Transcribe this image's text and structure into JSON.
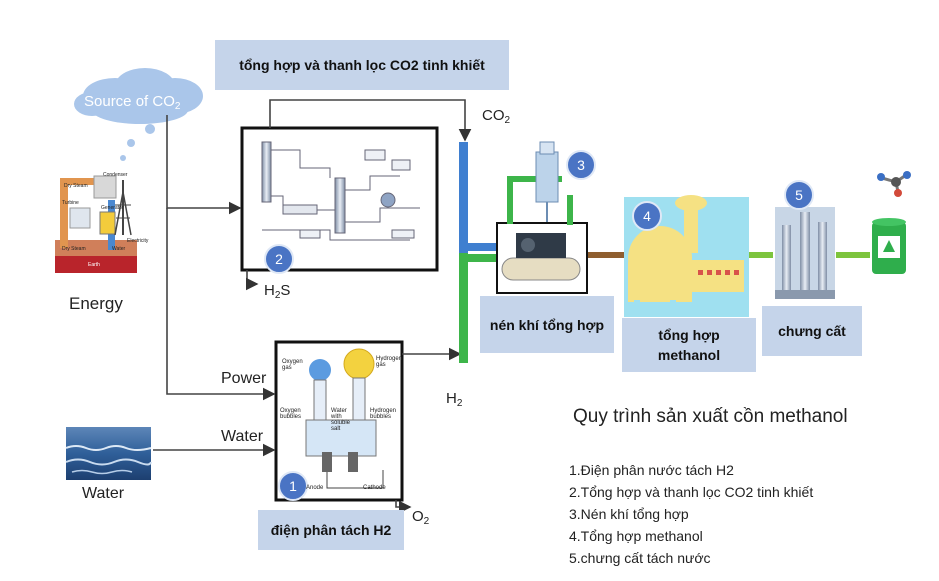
{
  "top_box": "tổng hợp và thanh lọc CO2 tinh khiết",
  "cloud": {
    "text": "Source of CO",
    "sub": "2"
  },
  "co2_label": {
    "text": "CO",
    "sub": "2"
  },
  "h2s_label": {
    "text": "H",
    "sub": "2",
    "after": "S"
  },
  "h2_label": {
    "text": "H",
    "sub": "2"
  },
  "o2_label": {
    "text": "O",
    "sub": "2"
  },
  "energy_label": "Energy",
  "power_label": "Power",
  "water_arrow_label": "Water",
  "water_caption": "Water",
  "process_boxes": {
    "compress": "nén khí tổng hợp",
    "methanol": "tổng hợp\nmethanol",
    "distill": "chưng cất",
    "electrolysis": "điện phân tách H2"
  },
  "badges": [
    "1",
    "2",
    "3",
    "4",
    "5"
  ],
  "legend_title": "Quy trình sản xuất cồn methanol",
  "steps": [
    "1.Điện phân nước tách H2",
    "2.Tổng hợp và thanh lọc CO2 tinh khiết",
    "3.Nén khí tổng hợp",
    "4.Tổng hợp methanol",
    "5.chưng cất tách nước"
  ],
  "electrolysis_inner": {
    "oxygen_gas": "Oxygen gas",
    "hydrogen_gas": "Hydrogen gas",
    "oxygen_bubbles": "Oxygen bubbles",
    "water_salt": "Water with soluble salt",
    "hydrogen_bubbles": "Hydrogen bubbles",
    "anode": "Anode",
    "cathode": "Cathode"
  },
  "energy_inner": {
    "dry_steam": "Dry Steam",
    "condenser": "Condenser",
    "turbine": "Turbine",
    "generator": "Generator",
    "electricity": "Electricity",
    "dry_steam_bottom": "Dry Steam",
    "earth": "Earth",
    "water": "Water"
  },
  "colors": {
    "box": "#c5d4ea",
    "badge": "#4a74c4",
    "green_pipe": "#3db54a",
    "blue_pipe": "#3f7fd0",
    "cloud": "#aac6ea"
  }
}
